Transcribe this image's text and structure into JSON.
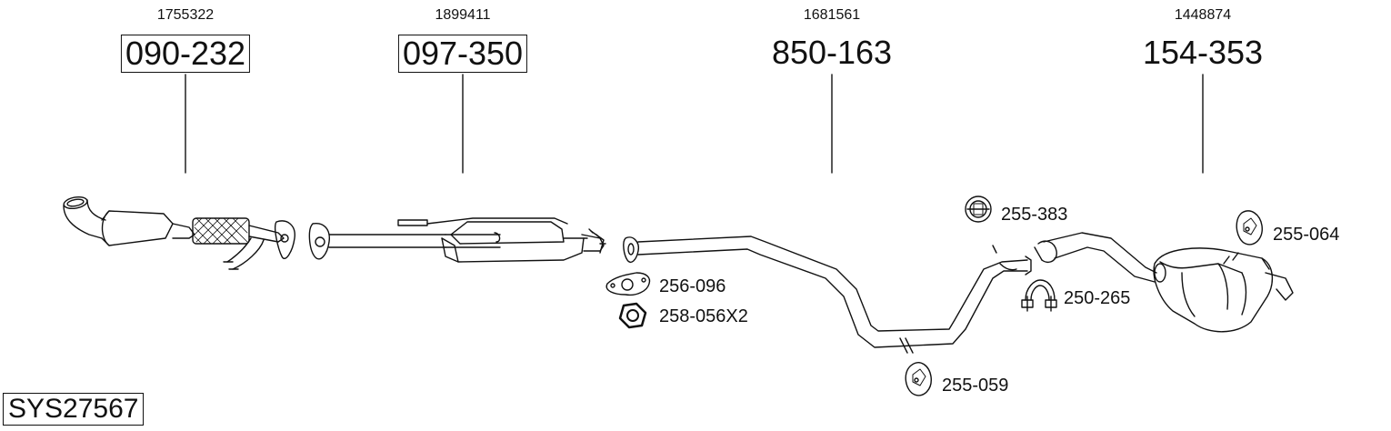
{
  "parts": [
    {
      "oe": "1755322",
      "part_no": "090-232",
      "boxed": true
    },
    {
      "oe": "1899411",
      "part_no": "097-350",
      "boxed": true
    },
    {
      "oe": "1681561",
      "part_no": "850-163",
      "boxed": false
    },
    {
      "oe": "1448874",
      "part_no": "154-353",
      "boxed": false
    }
  ],
  "accessories": {
    "gasket": "256-096",
    "nut": "258-056X2",
    "hanger_front": "255-383",
    "clamp": "250-265",
    "hanger_rear": "255-064",
    "hanger_middle": "255-059"
  },
  "system_code": "SYS27567"
}
